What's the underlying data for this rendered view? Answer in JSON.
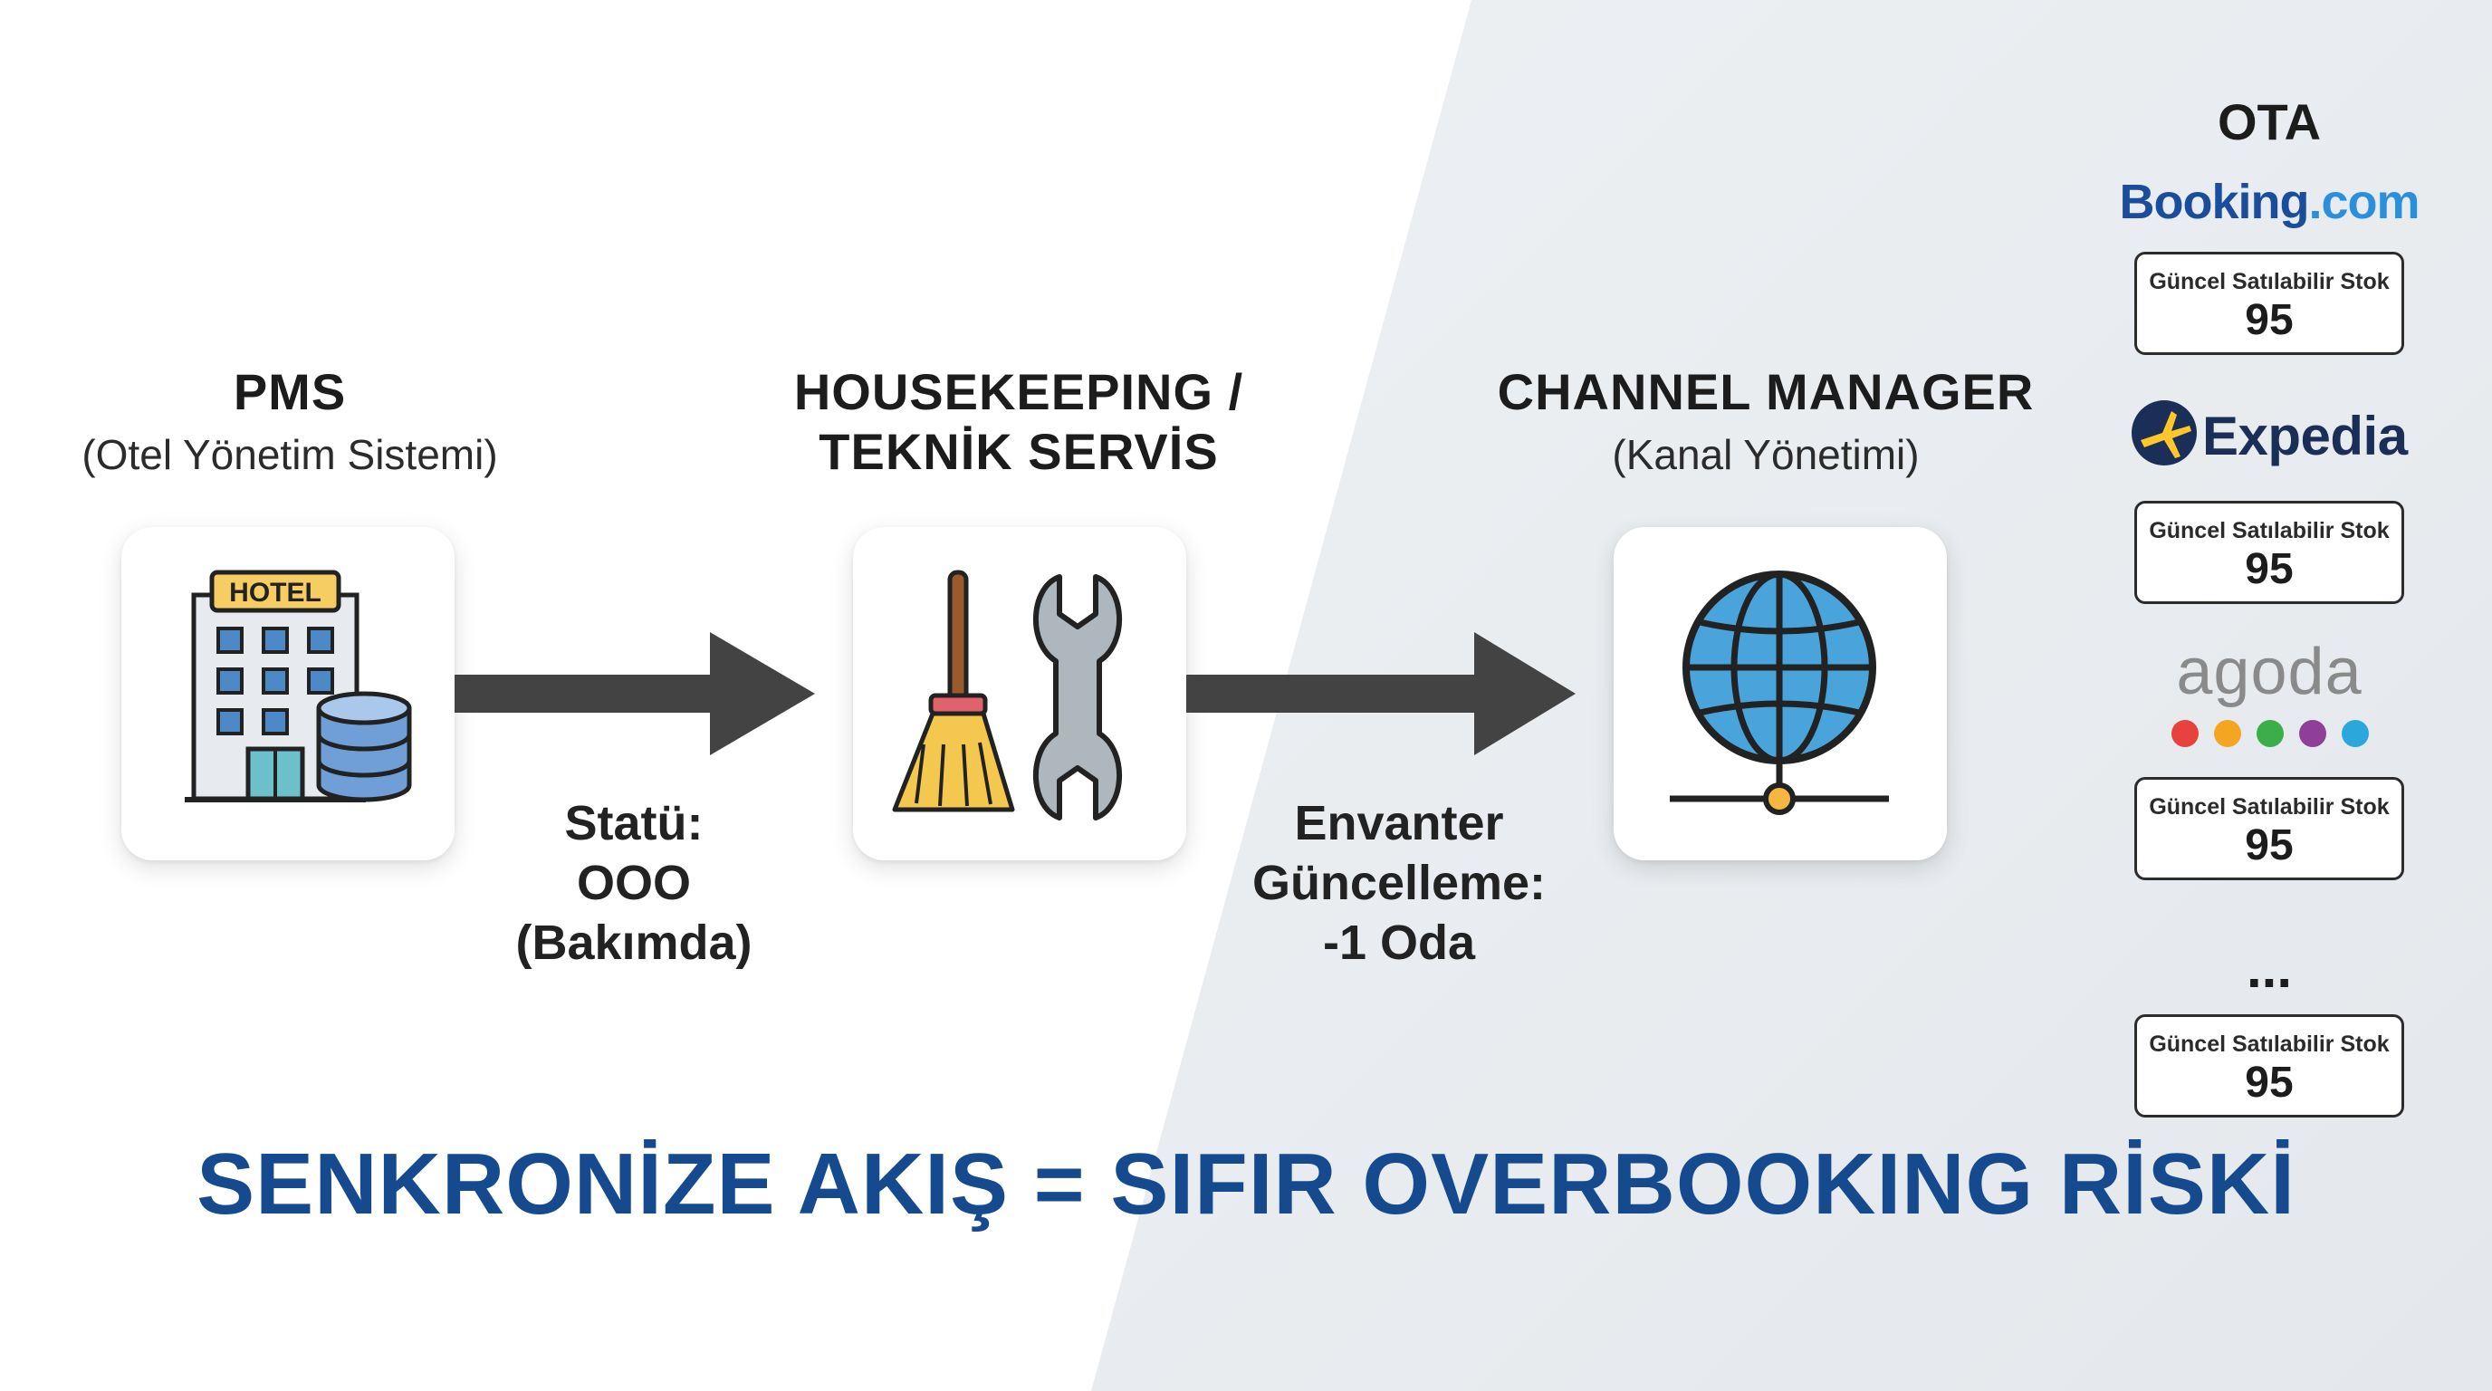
{
  "colors": {
    "background_left": "#ffffff",
    "background_right": "#e9edf1",
    "arrow": "#434343",
    "banner": "#164a8f",
    "booking_blue": "#1a4e9c",
    "expedia_navy": "#1b2e57",
    "expedia_yellow": "#ffc72c",
    "agoda_dots": [
      "#e8423f",
      "#f4a623",
      "#3cae49",
      "#8f3f97",
      "#2aa8dc"
    ]
  },
  "pms": {
    "title": "PMS",
    "subtitle": "(Otel Yönetim Sistemi)",
    "icon": "hotel-database-icon",
    "sign": "HOTEL"
  },
  "housekeeping": {
    "title_line1": "HOUSEKEEPING /",
    "title_line2": "TEKNİK SERVİS",
    "icons": [
      "broom-icon",
      "wrench-icon"
    ]
  },
  "channel_manager": {
    "title": "CHANNEL MANAGER",
    "subtitle": "(Kanal Yönetimi)",
    "icon": "globe-network-icon"
  },
  "flow1": {
    "line1": "Statü:",
    "line2": "OOO",
    "line3": "(Bakımda)"
  },
  "flow2": {
    "line1": "Envanter",
    "line2": "Güncelleme:",
    "line3": "-1 Oda"
  },
  "ota": {
    "title": "OTA",
    "channels": [
      {
        "name_main": "Booking",
        "name_suffix": ".com",
        "stock_label": "Güncel Satılabilir Stok",
        "stock_value": "95"
      },
      {
        "name": "Expedia",
        "stock_label": "Güncel Satılabilir Stok",
        "stock_value": "95"
      },
      {
        "name": "agoda",
        "stock_label": "Güncel Satılabilir Stok",
        "stock_value": "95"
      }
    ],
    "more": "...",
    "more_stock": {
      "stock_label": "Güncel Satılabilir Stok",
      "stock_value": "95"
    }
  },
  "banner": "SENKRONİZE AKIŞ = SIFIR OVERBOOKING RİSKİ"
}
